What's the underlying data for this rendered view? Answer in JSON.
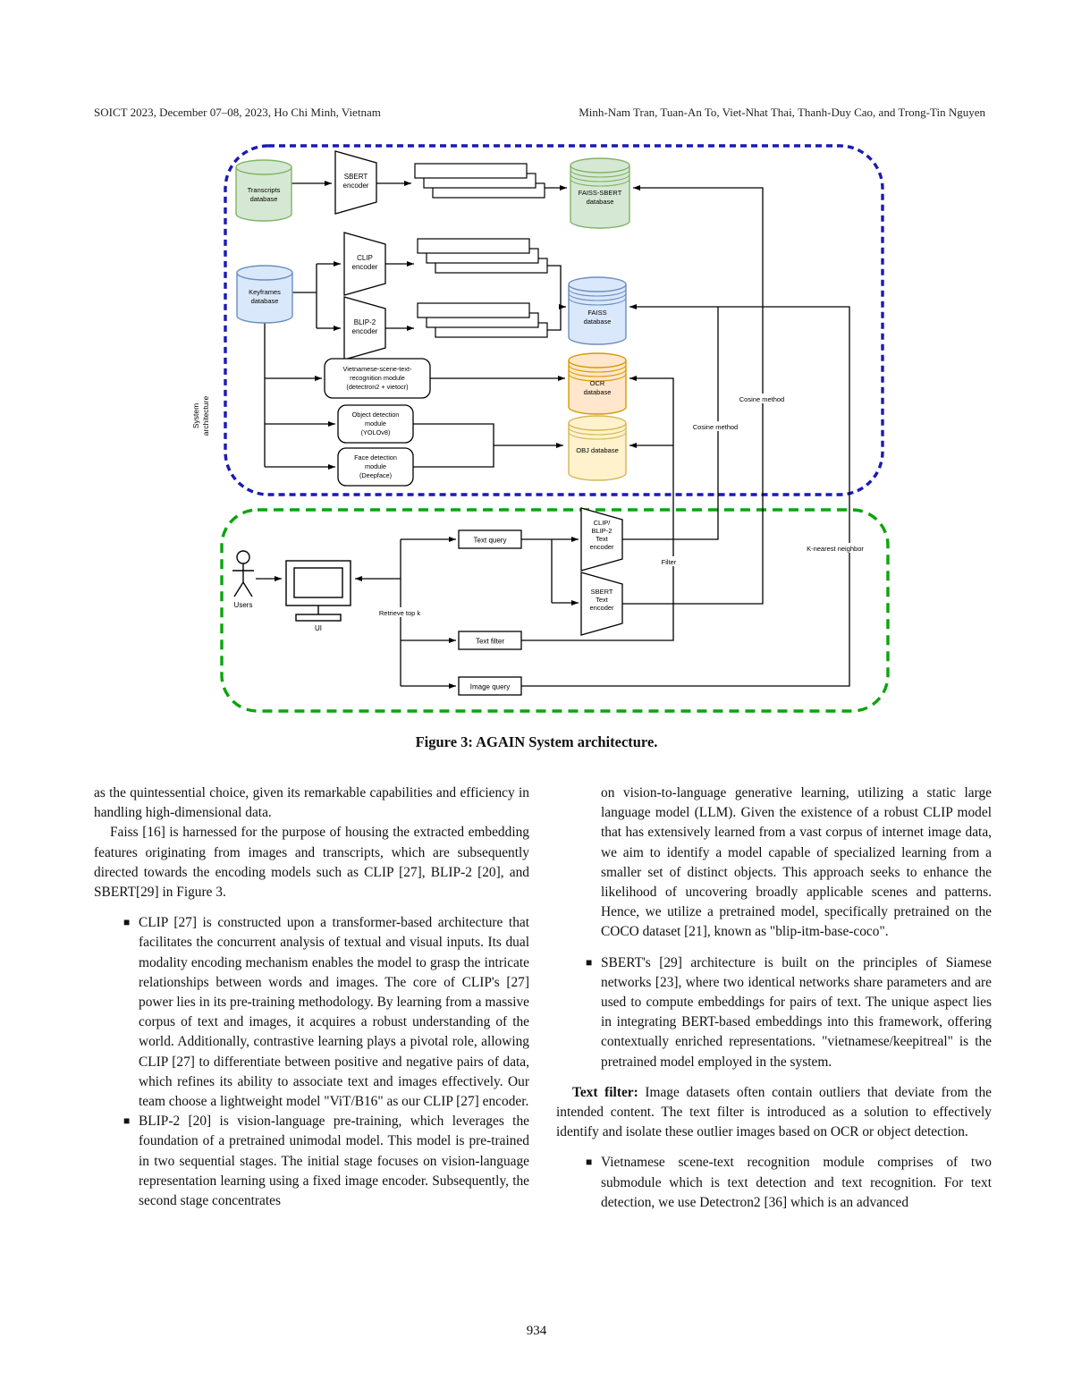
{
  "header": {
    "left": "SOICT 2023, December 07–08, 2023, Ho Chi Minh, Vietnam",
    "right": "Minh-Nam Tran, Tuan-An To, Viet-Nhat Thai, Thanh-Duy Cao, and Trong-Tin Nguyen"
  },
  "figure": {
    "caption": "Figure 3: AGAIN System architecture.",
    "side_label": "System\narchitecture",
    "colors": {
      "green_fill": "#d5e8d4",
      "green_stroke": "#82b366",
      "blue_fill": "#dae8fc",
      "blue_stroke": "#6c8ebf",
      "orange_fill": "#ffe6cc",
      "orange_stroke": "#d79b00",
      "yellow_fill": "#fff2cc",
      "yellow_stroke": "#d6b656",
      "blue_border": "#1a1ab5",
      "green_border": "#0aa50a"
    },
    "nodes": {
      "transcripts_db": "Transcripts\ndatabase",
      "sbert_encoder": "SBERT\nencoder",
      "faiss_sbert_db": "FAISS-SBERT\ndatabase",
      "keyframes_db": "Keyframes\ndatabase",
      "clip_encoder": "CLIP\nencoder",
      "blip2_encoder": "BLIP-2\nencoder",
      "faiss_db": "FAISS\ndatabase",
      "ocr_db": "OCR\ndatabase",
      "obj_db": "OBJ database",
      "vn_module": "Vietnamese-scene-text-\nrecognition module\n(detectron2 + vietocr)",
      "obj_module": "Object detection\nmodule\n(YOLOv8)",
      "face_module": "Face detection\nmodule\n(Deepface)",
      "users": "Users",
      "ui": "UI",
      "retrieve_label": "Retrieve top k",
      "text_query": "Text query",
      "text_filter": "Text filter",
      "image_query": "Image query",
      "clip_blip_text_encoder": "CLIP/\nBLIP-2\nText\nencoder",
      "sbert_text_encoder": "SBERT\nText\nencoder",
      "cosine_method_1": "Cosine method",
      "cosine_method_2": "Cosine method",
      "knn_label": "K-nearest neighbor",
      "filter_label": "Filter"
    }
  },
  "body": {
    "left": {
      "p1": "as the quintessential choice, given its remarkable capabilities and efficiency in handling high-dimensional data.",
      "p2": "Faiss [16] is harnessed for the purpose of housing the extracted embedding features originating from images and transcripts, which are subsequently directed towards the encoding models such as CLIP [27], BLIP-2 [20], and SBERT[29] in Figure 3.",
      "bullet1": "CLIP [27] is constructed upon a transformer-based architecture that facilitates the concurrent analysis of textual and visual inputs. Its dual modality encoding mechanism enables the model to grasp the intricate relationships between words and images. The core of CLIP's [27] power lies in its pre-training methodology. By learning from a massive corpus of text and images, it acquires a robust understanding of the world. Additionally, contrastive learning plays a pivotal role, allowing CLIP [27] to differentiate between positive and negative pairs of data, which refines its ability to associate text and images effectively. Our team choose a lightweight model \"ViT/B16\" as our CLIP [27] encoder.",
      "bullet2": "BLIP-2 [20] is vision-language pre-training, which leverages the foundation of a pretrained unimodal model. This model is pre-trained in two sequential stages. The initial stage focuses on vision-language representation learning using a fixed image encoder. Subsequently, the second stage concentrates"
    },
    "right": {
      "p1": "on vision-to-language generative learning, utilizing a static large language model (LLM). Given the existence of a robust CLIP model that has extensively learned from a vast corpus of internet image data, we aim to identify a model capable of specialized learning from a smaller set of distinct objects. This approach seeks to enhance the likelihood of uncovering broadly applicable scenes and patterns. Hence, we utilize a pretrained model, specifically pretrained on the COCO dataset [21], known as \"blip-itm-base-coco\".",
      "bullet1": "SBERT's [29] architecture is built on the principles of Siamese networks [23], where two identical networks share parameters and are used to compute embeddings for pairs of text. The unique aspect lies in integrating BERT-based embeddings into this framework, offering contextually enriched representations. \"vietnamese/keepitreal\" is the pretrained model employed in the system.",
      "text_filter_label": "Text filter:",
      "text_filter_rest": " Image datasets often contain outliers that deviate from the intended content. The text filter is introduced as a solution to effectively identify and isolate these outlier images based on OCR or object detection.",
      "bullet2": "Vietnamese scene-text recognition module comprises of two submodule which is text detection and text recognition. For text detection, we use Detectron2 [36] which is an advanced"
    }
  },
  "footer": {
    "page_number": "934"
  }
}
